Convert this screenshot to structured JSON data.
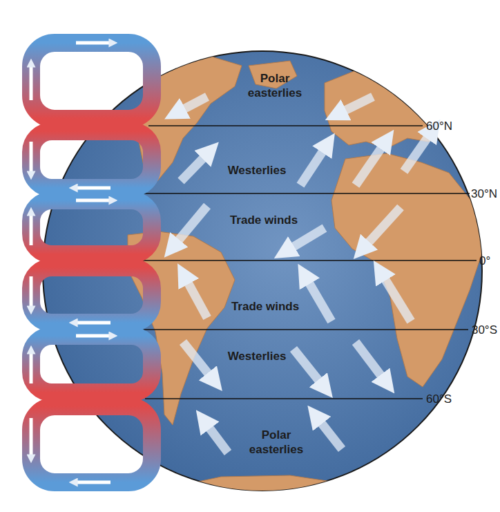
{
  "diagram": {
    "labels": [
      "Polar easterlies",
      "60°N",
      "Westerlies",
      "30°N",
      "Trade winds",
      "0°",
      "Trade winds",
      "30°S",
      "Westerlies",
      "60°S",
      "Polar easterlies"
    ]
  }
}
